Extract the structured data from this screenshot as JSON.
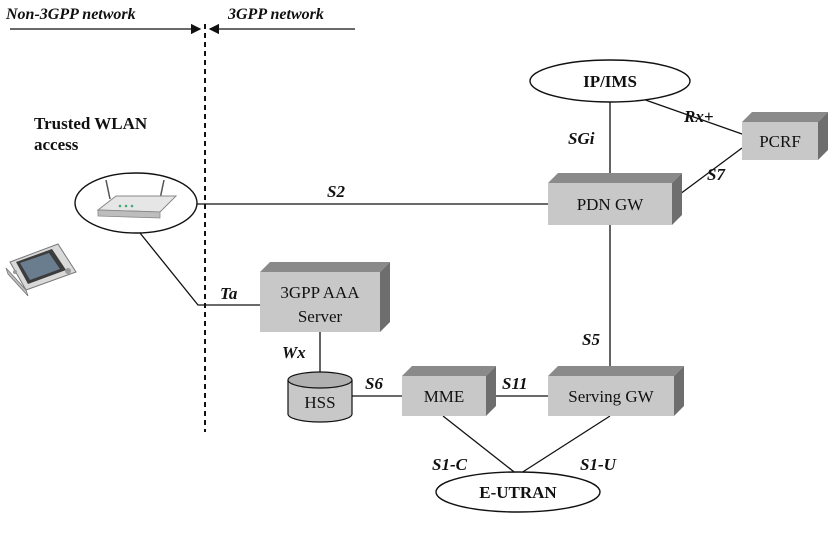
{
  "header": {
    "left": "Non-3GPP network",
    "right": "3GPP network"
  },
  "access": {
    "title_line1": "Trusted WLAN",
    "title_line2": "access"
  },
  "nodes": {
    "ip_ims": "IP/IMS",
    "pcrf": "PCRF",
    "pdn_gw": "PDN GW",
    "aaa_line1": "3GPP AAA",
    "aaa_line2": "Server",
    "hss": "HSS",
    "mme": "MME",
    "serving_gw": "Serving GW",
    "eutran": "E-UTRAN"
  },
  "interfaces": {
    "rx": "Rx+",
    "sgi": "SGi",
    "s7": "S7",
    "s2": "S2",
    "ta": "Ta",
    "wx": "Wx",
    "s5": "S5",
    "s6": "S6",
    "s11": "S11",
    "s1c": "S1-C",
    "s1u": "S1-U"
  },
  "colors": {
    "box_face": "#c8c8c8",
    "box_top": "#8a8a8a",
    "box_side": "#6e6e6e",
    "line": "#111111"
  }
}
